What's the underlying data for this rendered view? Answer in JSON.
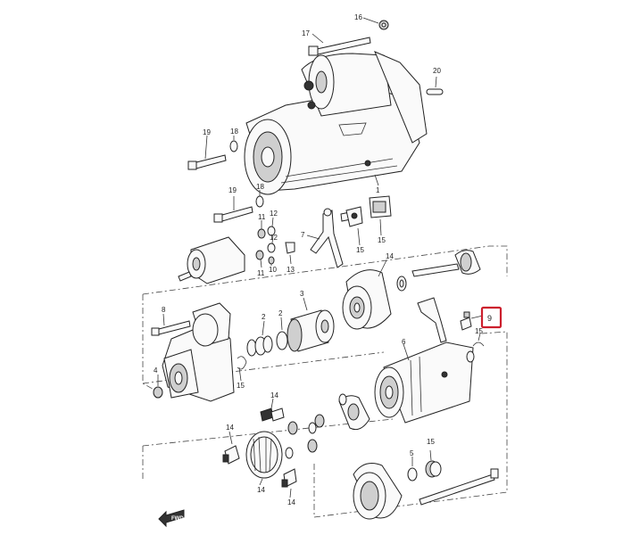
{
  "callouts": {
    "c16": "16",
    "c17": "17",
    "c20": "20",
    "c19a": "19",
    "c18a": "18",
    "c19b": "19",
    "c18b": "18",
    "c1": "1",
    "c11a": "11",
    "c12a": "12",
    "c7": "7",
    "c12b": "12",
    "c15a": "15",
    "c10": "10",
    "c11b": "11",
    "c13": "13",
    "c14a": "14",
    "c3": "3",
    "c8": "8",
    "c2a": "2",
    "c2b": "2",
    "c9": "9",
    "c15b": "15",
    "c4": "4",
    "c15c": "15",
    "c6": "6",
    "c14b": "14",
    "c14c": "14",
    "c14d": "14",
    "c15d": "15",
    "c5": "5"
  },
  "highlight": {
    "label": "9",
    "color": "#cc1f2d"
  },
  "direction": {
    "label": "FWD"
  },
  "icons": {
    "direction_arrow": "arrow-left-icon"
  }
}
